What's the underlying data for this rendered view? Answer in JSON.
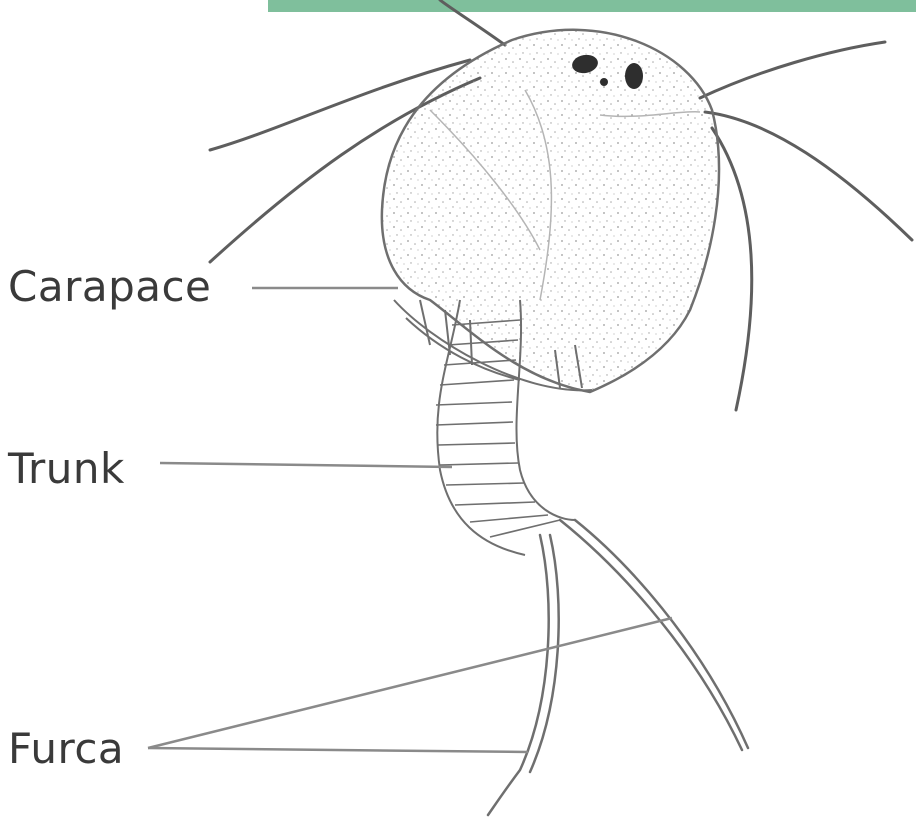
{
  "labels": {
    "carapace": "Carapace",
    "trunk": "Trunk",
    "furca": "Furca"
  },
  "colors": {
    "banner": "#7fbf9c",
    "outline": "#6f6f6f",
    "leader": "#8a8a8a",
    "text": "#3a3a3a"
  }
}
